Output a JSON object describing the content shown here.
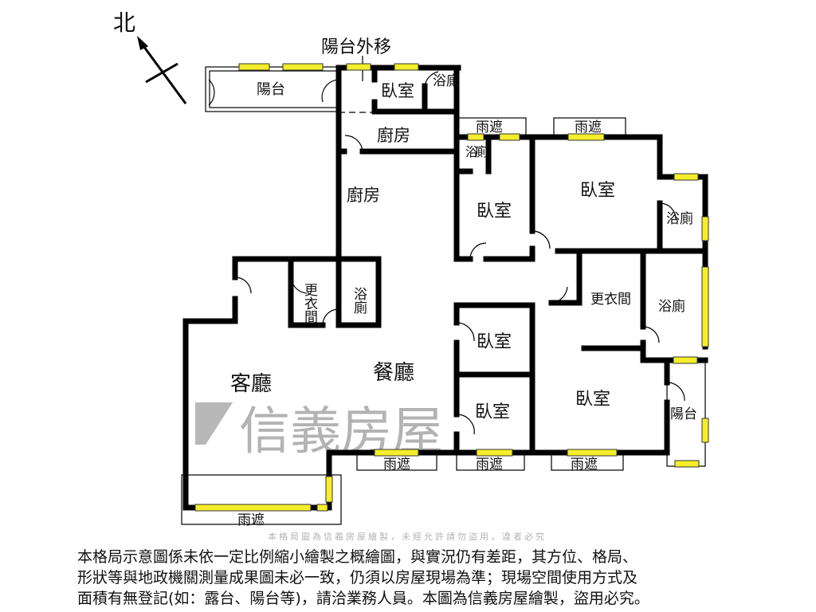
{
  "compass": {
    "north_label": "北"
  },
  "annotation": {
    "balcony_moved": "陽台外移"
  },
  "rooms": {
    "balcony_top": "陽台",
    "bedroom_top": "臥室",
    "bath_top": "浴廁",
    "kitchen_upper": "廚房",
    "kitchen_lower": "廚房",
    "bath_small": "浴廁",
    "bedroom_mid": "臥室",
    "bedroom_master": "臥室",
    "bath_master": "浴廁",
    "closet_left": "更衣間",
    "bath_left": "浴廁",
    "closet_right": "更衣間",
    "bath_right": "浴廁",
    "bedroom_small1": "臥室",
    "bedroom_small2": "臥室",
    "bedroom_bottom_right": "臥室",
    "balcony_right": "陽台",
    "living_room": "客廳",
    "dining_room": "餐廳"
  },
  "canopies": [
    "雨遮",
    "雨遮",
    "雨遮",
    "雨遮",
    "雨遮",
    "雨遮"
  ],
  "watermark": {
    "brand": "信義房屋",
    "copyright": "本格局圖為信義房屋繪製，未經允許請勿盜用，違者必究"
  },
  "colors": {
    "window": "#f5ee2a",
    "wall": "#000000",
    "watermark": "#9a9a9a"
  },
  "notice": [
    "本格局示意圖係未依一定比例縮小繪製之概繪圖，與實況仍有差距，其方位、格局、",
    "形狀等與地政機關測量成果圖未必一致，仍須以房屋現場為準；現場空間使用方式及",
    "面積有無登記(如：露台、陽台等)，請洽業務人員。本圖為信義房屋繪製，盜用必究。"
  ]
}
